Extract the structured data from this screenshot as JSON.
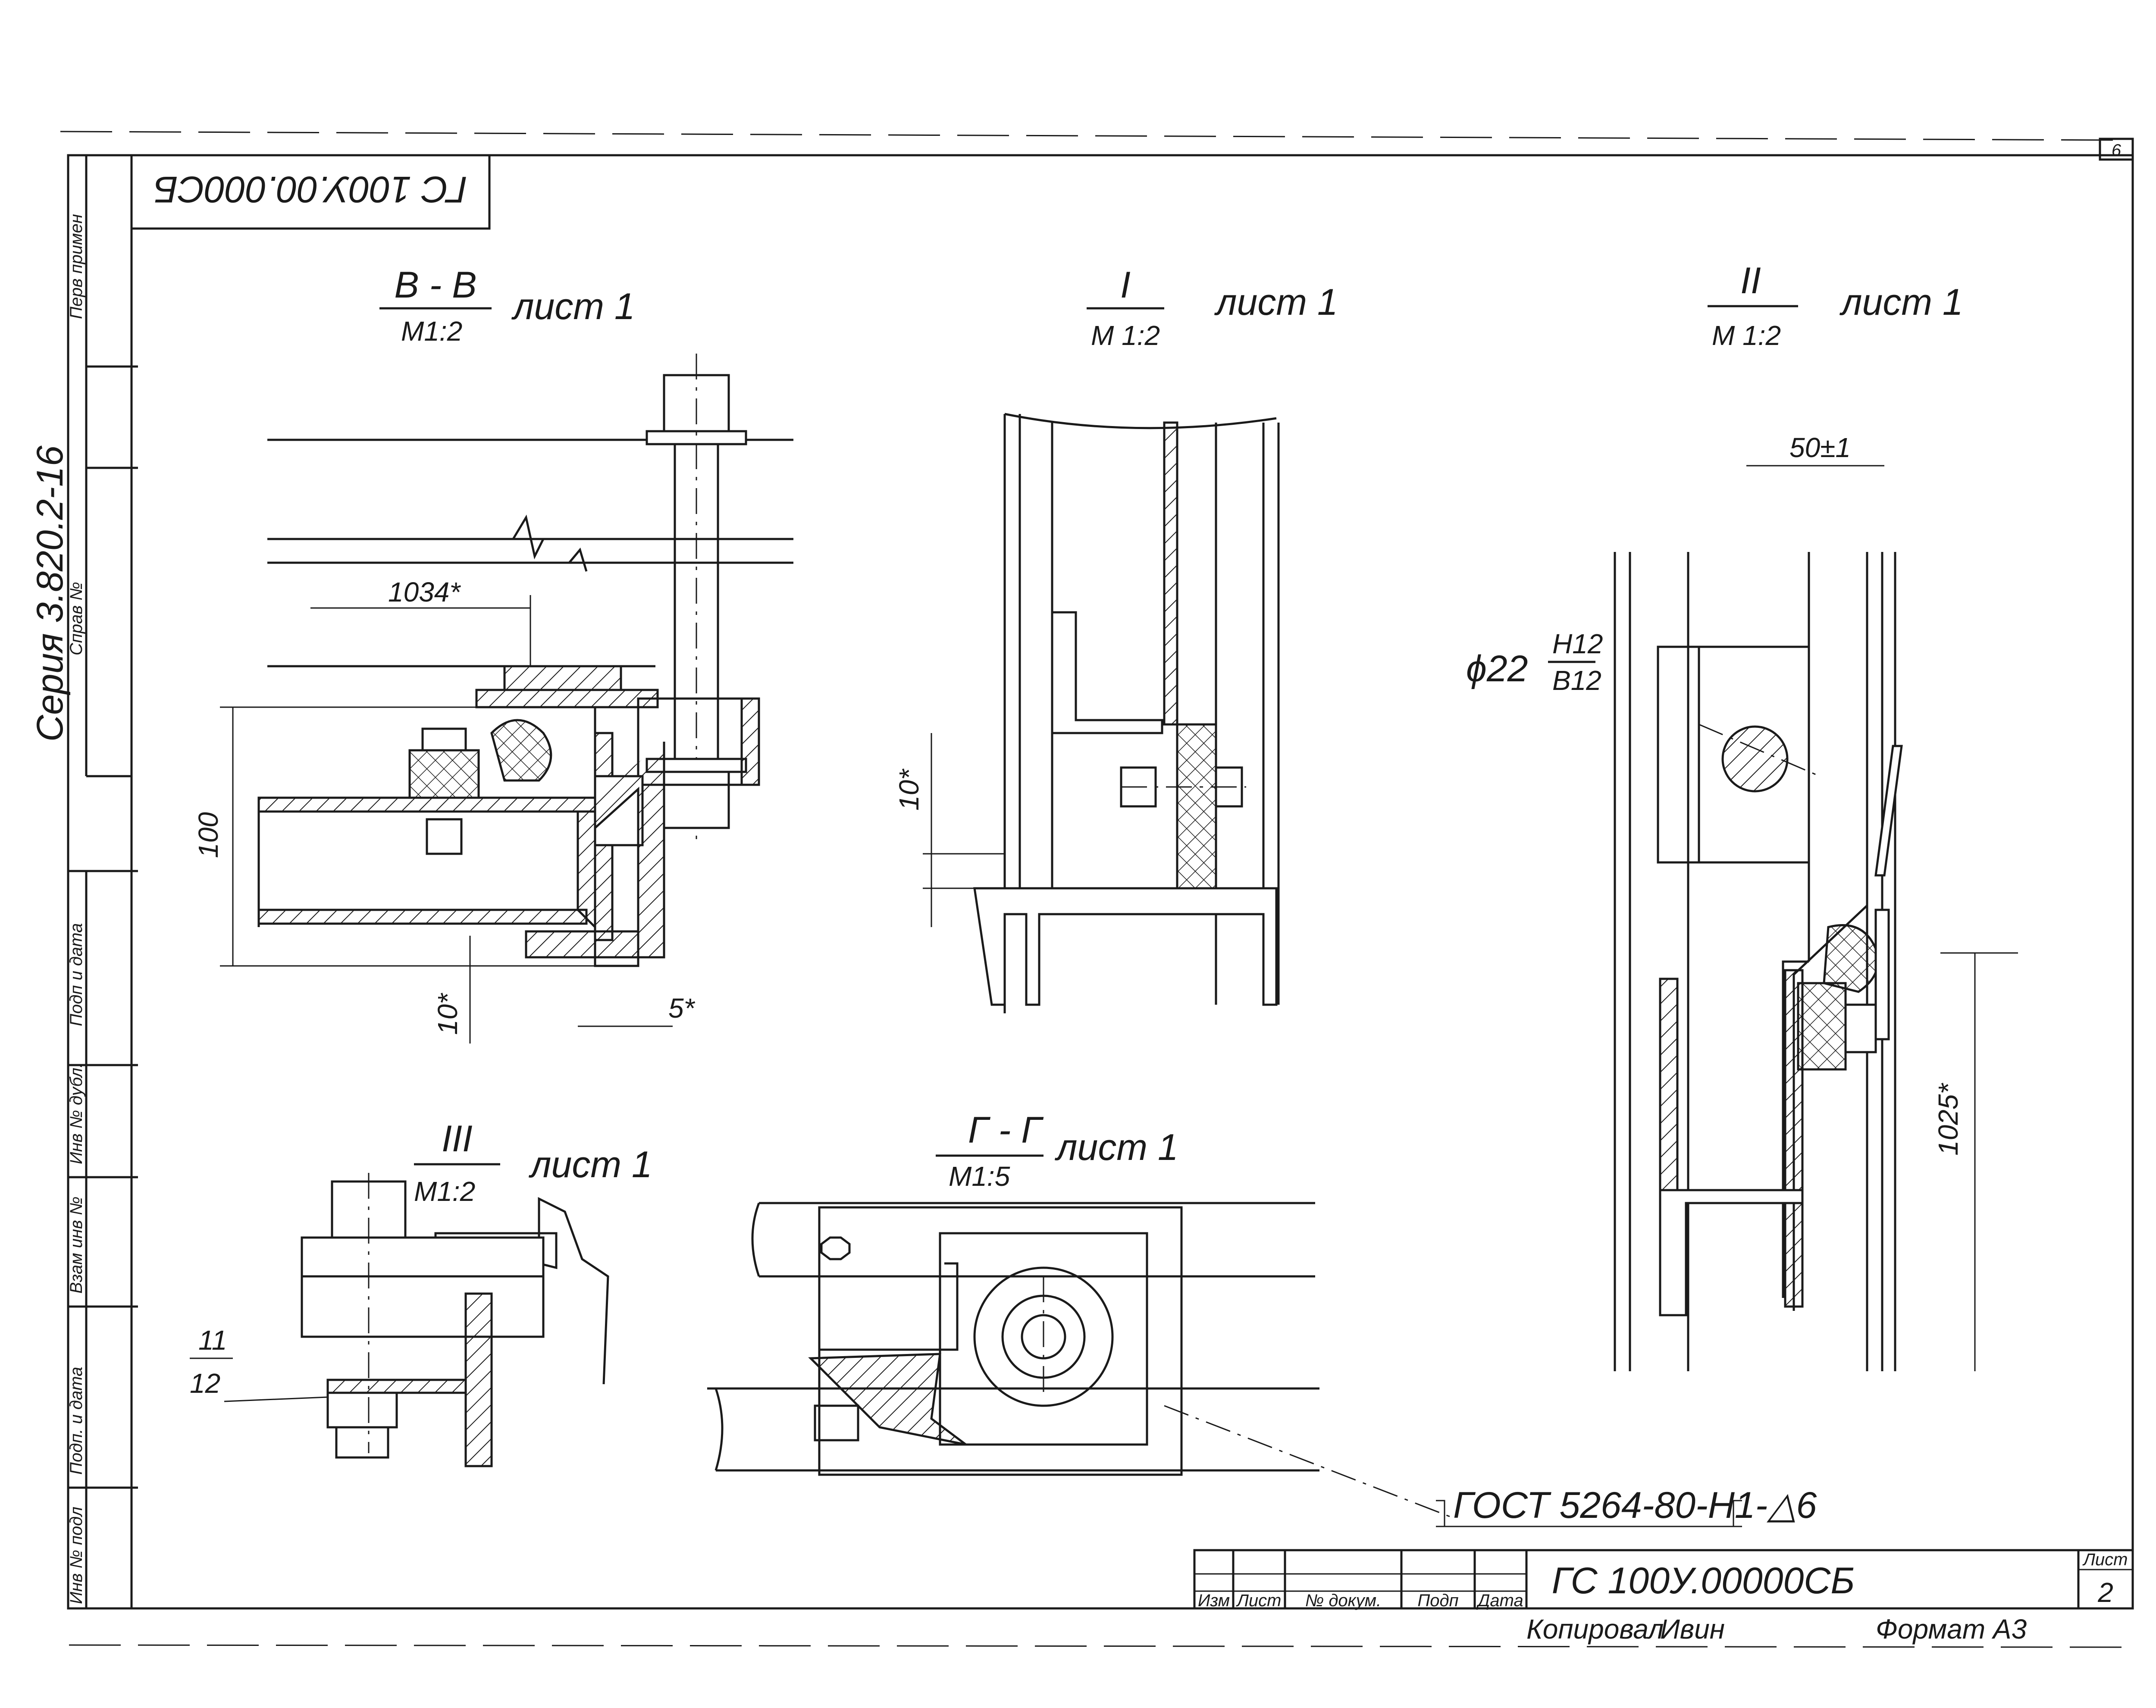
{
  "sheet_corner_number": "6",
  "inverted_stamp": "ГС 100У.00.000СБ",
  "side_table": {
    "cells": [
      "Перв примен",
      "Справ №",
      "Серия 3.820.2-16",
      "Подп и дата",
      "Инв № дубл.",
      "Взам инв №",
      "Подп. и дата",
      "Инв № подл"
    ]
  },
  "views": {
    "bb": {
      "title": "В - В",
      "scale": "М1:2",
      "sheet": "лист 1",
      "dims": [
        "1034*",
        "100",
        "10*",
        "5*"
      ]
    },
    "v1": {
      "title": "I",
      "scale": "М 1:2",
      "sheet": "лист 1",
      "dims": [
        "10*"
      ]
    },
    "v2": {
      "title": "II",
      "scale": "М 1:2",
      "sheet": "лист 1",
      "dims": [
        "50±1",
        "ϕ22",
        "H12",
        "B12",
        "1025*"
      ]
    },
    "v3": {
      "title": "III",
      "scale": "М1:2",
      "sheet": "лист 1",
      "dims": [
        "11",
        "12"
      ]
    },
    "gg": {
      "title": "Г - Г",
      "scale": "М1:5",
      "sheet": "лист 1"
    }
  },
  "weld_note": "ГОСТ 5264-80-Н1-△6",
  "title_block": {
    "headers": [
      "Изм",
      "Лист",
      "№ докум.",
      "Подп",
      "Дата"
    ],
    "designation": "ГС 100У.00000СБ",
    "sheet_label": "Лист",
    "sheet_number": "2"
  },
  "footer": {
    "copied": "Копировал",
    "signature": "Ивин",
    "format": "Формат А3"
  }
}
